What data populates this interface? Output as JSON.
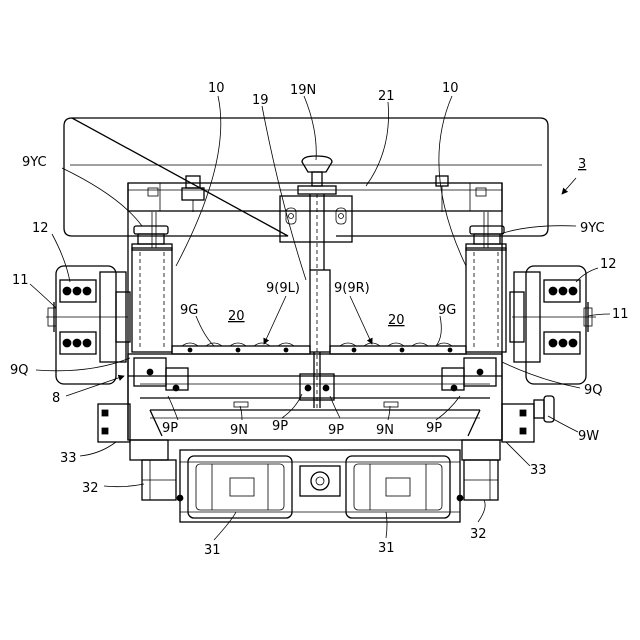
{
  "labels": {
    "l3": "3",
    "l10a": "10",
    "l10b": "10",
    "l19": "19",
    "l19N": "19N",
    "l21": "21",
    "l9YCa": "9YC",
    "l9YCb": "9YC",
    "l12a": "12",
    "l12b": "12",
    "l11a": "11",
    "l11b": "11",
    "l9_9L": "9(9L)",
    "l9_9R": "9(9R)",
    "l9Ga": "9G",
    "l9Gb": "9G",
    "l20a": "20",
    "l20b": "20",
    "l9Qa": "9Q",
    "l9Qb": "9Q",
    "l8": "8",
    "l9Pa": "9P",
    "l9Pb": "9P",
    "l9Pc": "9P",
    "l9Pd": "9P",
    "l9Na": "9N",
    "l9Nb": "9N",
    "l9W": "9W",
    "l33a": "33",
    "l33b": "33",
    "l32a": "32",
    "l32b": "32",
    "l31a": "31",
    "l31b": "31"
  }
}
